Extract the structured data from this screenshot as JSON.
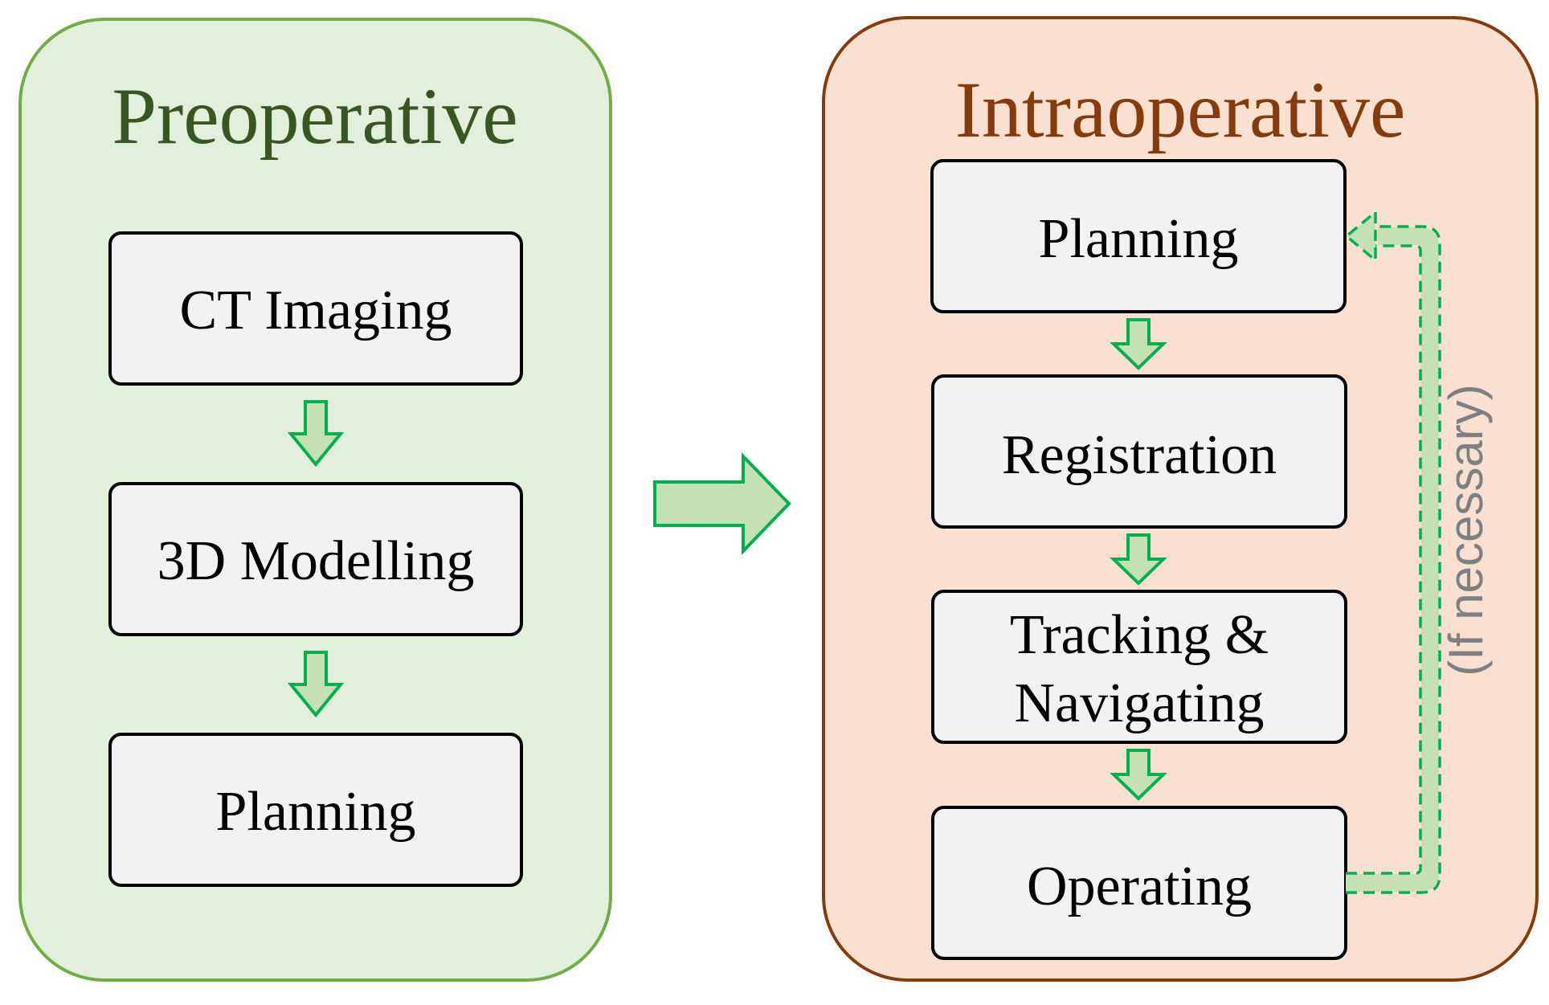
{
  "preoperative": {
    "title": "Preoperative",
    "steps": [
      "CT Imaging",
      "3D Modelling",
      "Planning"
    ]
  },
  "intraoperative": {
    "title": "Intraoperative",
    "steps": [
      "Planning",
      "Registration",
      "Tracking &",
      "Navigating",
      "Operating"
    ]
  },
  "feedback": {
    "label": "(If necessary)"
  },
  "colors": {
    "preoperative_fill": "#e2efda",
    "preoperative_border": "#70ad47",
    "preoperative_title": "#375623",
    "intraoperative_fill": "#f9e0d0",
    "intraoperative_border": "#843c0c",
    "intraoperative_title": "#843c0c",
    "step_fill": "#f2f2f2",
    "arrow_fill": "#c5e0b4",
    "arrow_border": "#00b050",
    "note_text": "#7f7f7f"
  }
}
